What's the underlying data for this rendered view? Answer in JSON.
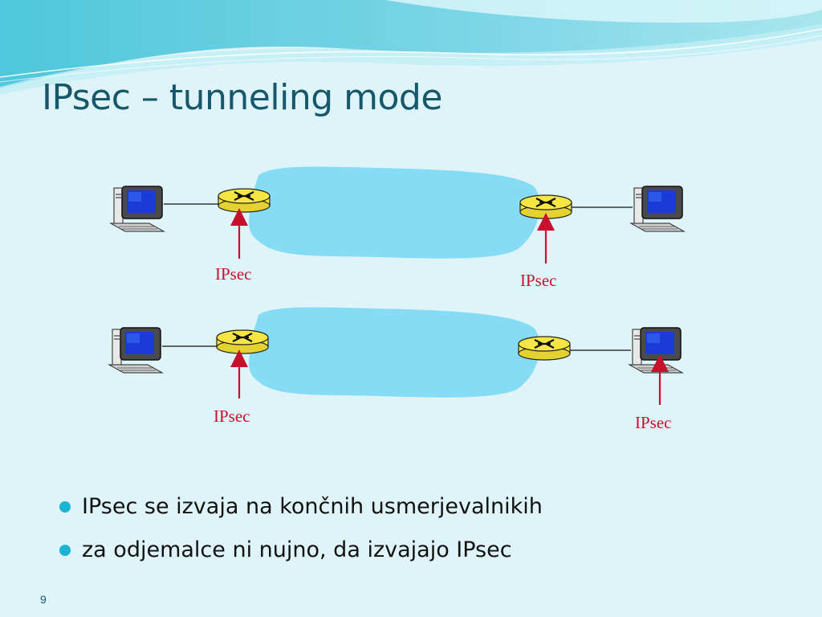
{
  "slide": {
    "title": "IPsec – tunneling mode",
    "page_number": "9"
  },
  "diagram": {
    "top": {
      "left_label": "IPsec",
      "right_label": "IPsec"
    },
    "bottom": {
      "left_label": "IPsec",
      "right_label": "IPsec"
    }
  },
  "bullets": [
    "IPsec se izvaja na končnih usmerjevalnikih",
    "za odjemalce ni nujno, da izvajajo IPsec"
  ],
  "colors": {
    "title": "#17576b",
    "bullet": "#1bb3d1",
    "ipsec_label": "#c8102e",
    "cloud": "#87dcf5",
    "router": "#f5e642"
  }
}
